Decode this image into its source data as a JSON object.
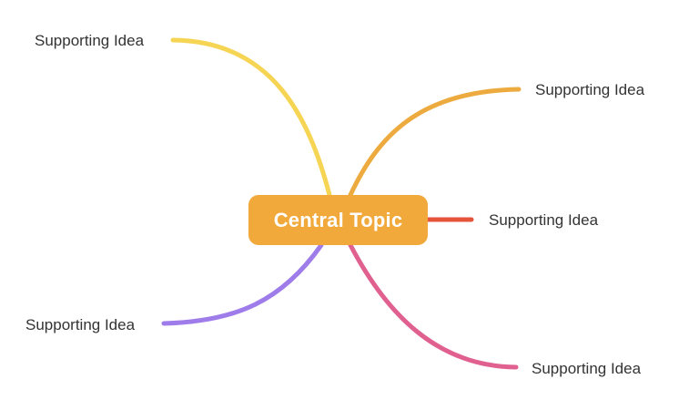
{
  "central_topic": {
    "label": "Central Topic",
    "color": "#F0A93A"
  },
  "branches": [
    {
      "label": "Supporting Idea",
      "color": "#F6D454"
    },
    {
      "label": "Supporting Idea",
      "color": "#EDAB3F"
    },
    {
      "label": "Supporting Idea",
      "color": "#E5533A"
    },
    {
      "label": "Supporting Idea",
      "color": "#9E7CEA"
    },
    {
      "label": "Supporting Idea",
      "color": "#E0608F"
    }
  ]
}
